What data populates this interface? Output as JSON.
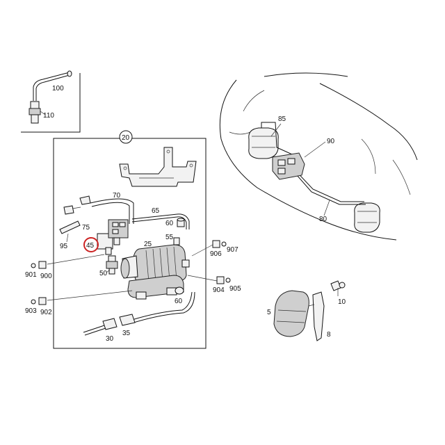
{
  "diagram": {
    "title": "Air suspension compressor and components",
    "highlight_color": "#cc2222",
    "callouts": {
      "c100": "100",
      "c110": "110",
      "c20": "20",
      "c70": "70",
      "c65": "65",
      "c75": "75",
      "c60a": "60",
      "c95": "95",
      "c45": "45",
      "c25": "25",
      "c55": "55",
      "c906": "906",
      "c907": "907",
      "c901": "901",
      "c900": "900",
      "c50": "50",
      "c904": "904",
      "c905": "905",
      "c60b": "60",
      "c903": "903",
      "c902": "902",
      "c30": "30",
      "c35": "35",
      "c85": "85",
      "c90": "90",
      "c80": "80",
      "c10": "10",
      "c5": "5",
      "c8": "8"
    },
    "highlighted_part": "45"
  }
}
